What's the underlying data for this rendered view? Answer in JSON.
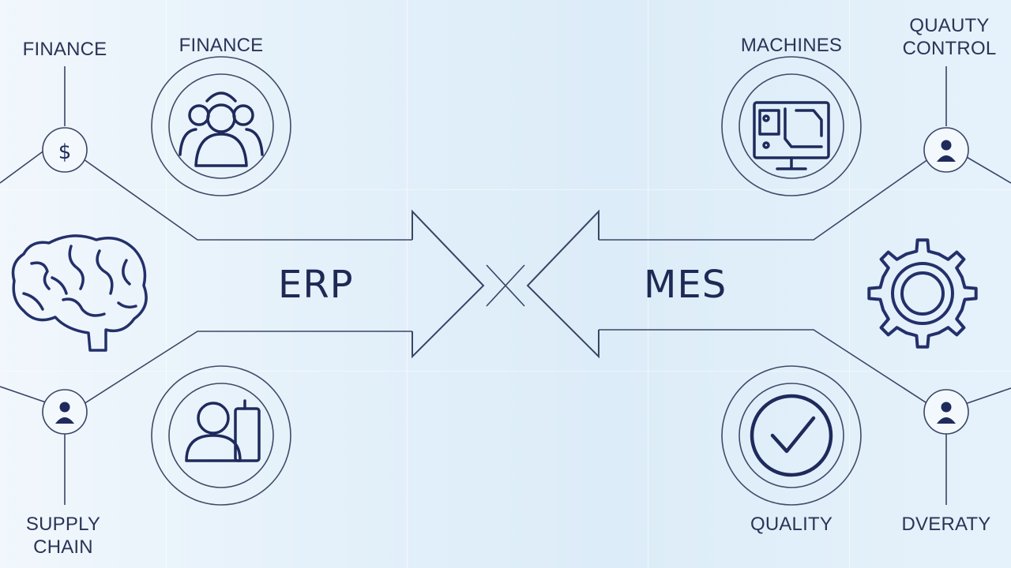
{
  "colors": {
    "line": "#3a4566",
    "icon": "#1f2a5c",
    "ring": "#404a68",
    "text": "#2a3457"
  },
  "center": {
    "left_arrow_label": "ERP",
    "right_arrow_label": "MES"
  },
  "left_side": {
    "top_node_label": "FINANCE",
    "top_circle_label": "FINANCE",
    "bottom_node_label_line1": "SUPPLY",
    "bottom_node_label_line2": "CHAIN",
    "top_node_glyph": "$",
    "top_circle_icon": "people-group-icon",
    "bottom_circle_icon": "person-with-device-icon",
    "middle_icon": "brain-icon",
    "bottom_node_icon": "person-icon"
  },
  "right_side": {
    "top_circle_label": "MACHINES",
    "top_node_label_line1": "QUAUTY",
    "top_node_label_line2": "CONTROL",
    "bottom_circle_label": "QUALITY",
    "bottom_node_label": "DVERATY",
    "top_circle_icon": "monitor-icon",
    "bottom_circle_icon": "checkmark-icon",
    "middle_icon": "gear-icon",
    "top_node_icon": "person-icon",
    "bottom_node_icon": "person-icon"
  }
}
